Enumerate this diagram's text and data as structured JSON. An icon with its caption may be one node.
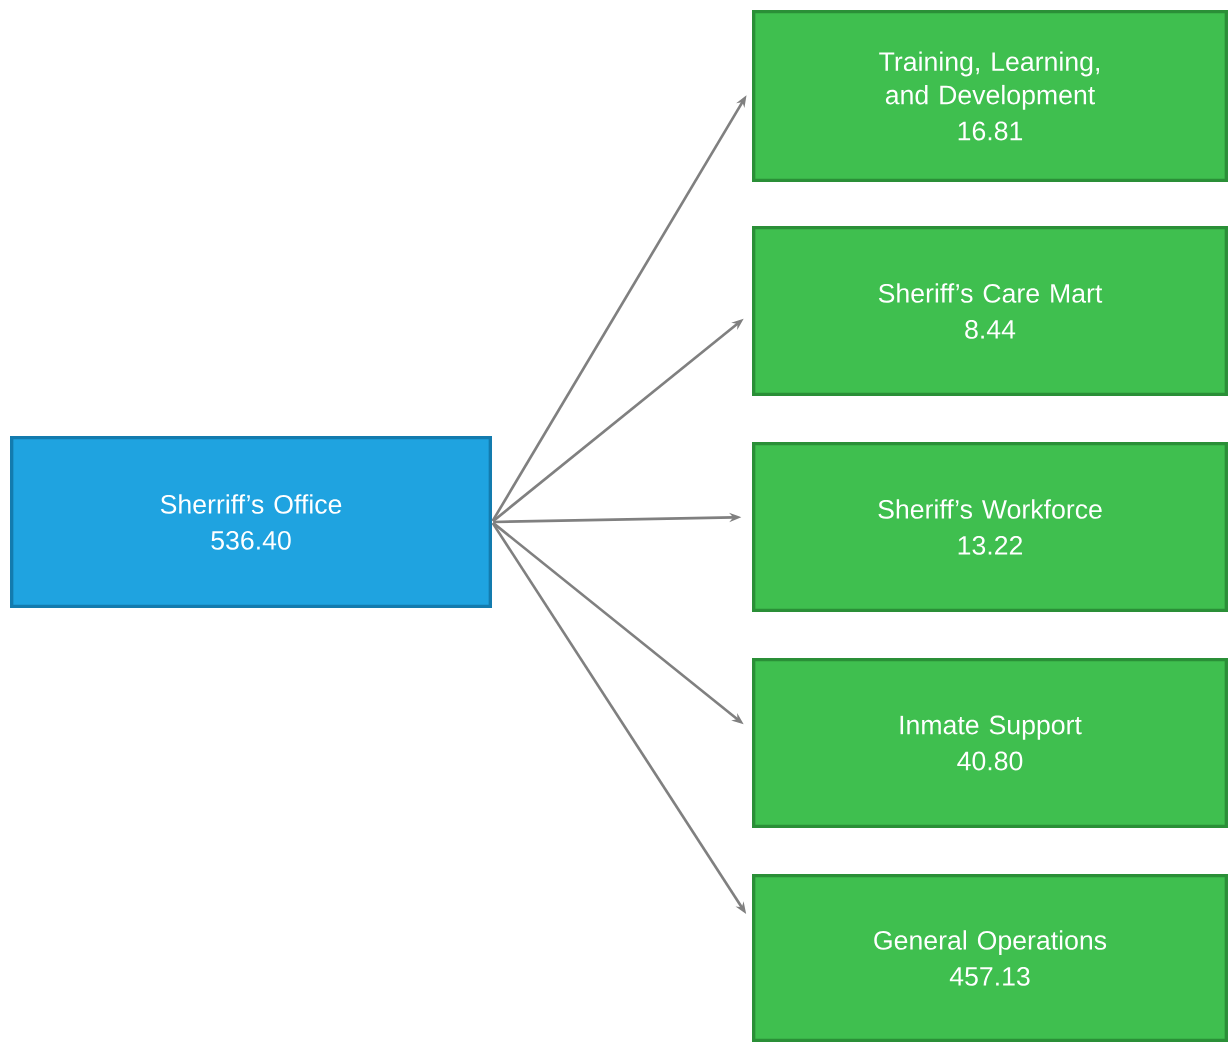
{
  "diagram": {
    "nodes": [
      {
        "text": [
          "Sherriff’s Office",
          "536.40"
        ]
      },
      {
        "text": [
          "Training, Learning, and Development",
          "16.81"
        ]
      },
      {
        "text": [
          "Sheriff’s Care Mart",
          "8.44"
        ]
      },
      {
        "text": [
          "Sheriff’s Workforce",
          "13.22"
        ]
      },
      {
        "text": [
          "Inmate Support",
          "40.80"
        ]
      },
      {
        "text": [
          "General Operations",
          "457.13"
        ]
      }
    ],
    "edges": [
      {
        "from": 0,
        "to": 1,
        "arrow": "to"
      },
      {
        "from": 0,
        "to": 2,
        "arrow": "to"
      },
      {
        "from": 0,
        "to": 3,
        "arrow": "to"
      },
      {
        "from": 0,
        "to": 4,
        "arrow": "to"
      },
      {
        "from": 0,
        "to": 5,
        "arrow": "to"
      }
    ]
  }
}
